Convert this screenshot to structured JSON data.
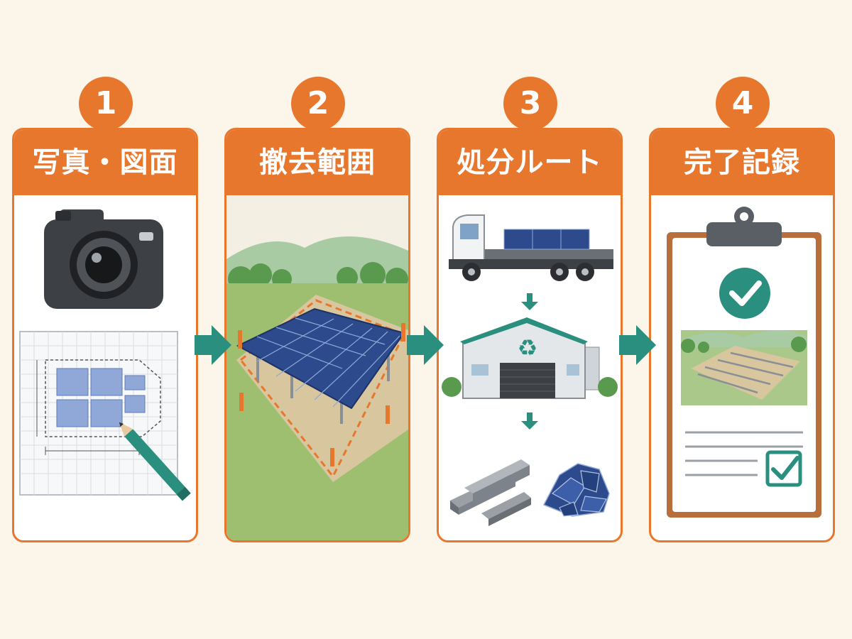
{
  "steps": [
    {
      "number": "1",
      "title": "写真・図面"
    },
    {
      "number": "2",
      "title": "撤去範囲"
    },
    {
      "number": "3",
      "title": "処分ルート"
    },
    {
      "number": "4",
      "title": "完了記録"
    }
  ],
  "colors": {
    "accent": "#e8772e",
    "teal": "#2a8f7e",
    "background": "#fbf5ea"
  },
  "icons": [
    "camera-icon",
    "blueprint-icon",
    "pencil-icon",
    "solar-panel-icon",
    "truck-icon",
    "recycling-facility-icon",
    "steel-beams-icon",
    "broken-panels-icon",
    "clipboard-icon",
    "check-circle-icon",
    "checkbox-icon"
  ]
}
